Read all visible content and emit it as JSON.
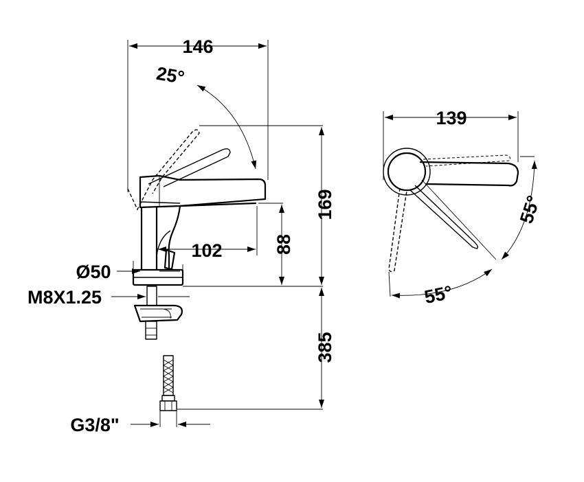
{
  "dimensions": {
    "width_front": "146",
    "angle_front": "25°",
    "height_total": "169",
    "spout_reach": "102",
    "spout_height": "88",
    "base_diameter": "Ø50",
    "thread": "M8X1.25",
    "hose_length": "385",
    "connection": "G3/8\"",
    "width_top": "139",
    "angle_right": "55°",
    "angle_bottom": "55°"
  }
}
